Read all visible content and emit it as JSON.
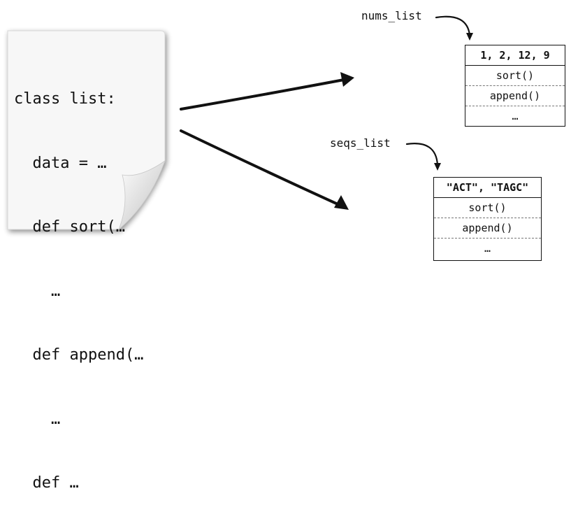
{
  "code": {
    "lines": [
      "class list:",
      "  data = …",
      "  def sort(…",
      "    …",
      "  def append(…",
      "    …",
      "  def …"
    ]
  },
  "objects": [
    {
      "var_name": "nums_list",
      "data": "1, 2, 12, 9",
      "methods": [
        "sort()",
        "append()",
        "…"
      ]
    },
    {
      "var_name": "seqs_list",
      "data": "\"ACT\", \"TAGC\"",
      "methods": [
        "sort()",
        "append()",
        "…"
      ]
    }
  ]
}
